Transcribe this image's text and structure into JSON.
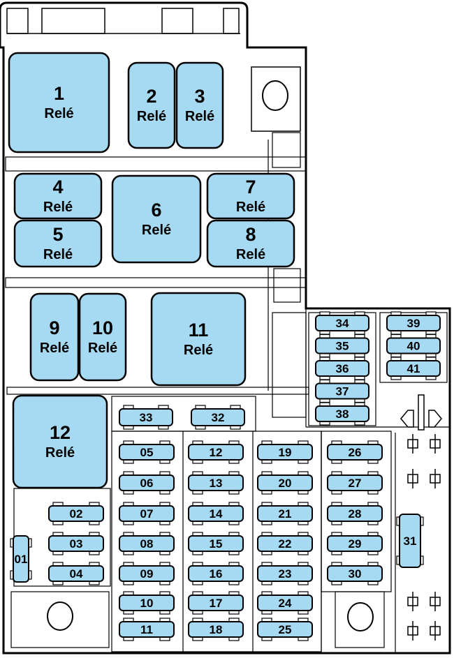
{
  "relays": [
    {
      "id": "relay-1",
      "number": "1",
      "word": "Relé"
    },
    {
      "id": "relay-2",
      "number": "2",
      "word": "Relé"
    },
    {
      "id": "relay-3",
      "number": "3",
      "word": "Relé"
    },
    {
      "id": "relay-4",
      "number": "4",
      "word": "Relé"
    },
    {
      "id": "relay-5",
      "number": "5",
      "word": "Relé"
    },
    {
      "id": "relay-6",
      "number": "6",
      "word": "Relé"
    },
    {
      "id": "relay-7",
      "number": "7",
      "word": "Relé"
    },
    {
      "id": "relay-8",
      "number": "8",
      "word": "Relé"
    },
    {
      "id": "relay-9",
      "number": "9",
      "word": "Relé"
    },
    {
      "id": "relay-10",
      "number": "10",
      "word": "Relé"
    },
    {
      "id": "relay-11",
      "number": "11",
      "word": "Relé"
    },
    {
      "id": "relay-12",
      "number": "12",
      "word": "Relé"
    }
  ],
  "fuses": [
    "01",
    "02",
    "03",
    "04",
    "05",
    "06",
    "07",
    "08",
    "09",
    "10",
    "11",
    "12",
    "13",
    "14",
    "15",
    "16",
    "17",
    "18",
    "19",
    "20",
    "21",
    "22",
    "23",
    "24",
    "25",
    "26",
    "27",
    "28",
    "29",
    "30",
    "31",
    "32",
    "33",
    "34",
    "35",
    "36",
    "37",
    "38",
    "39",
    "40",
    "41"
  ],
  "colors": {
    "fill": "#a6daf3",
    "stroke": "#000000",
    "background": "#ffffff"
  }
}
